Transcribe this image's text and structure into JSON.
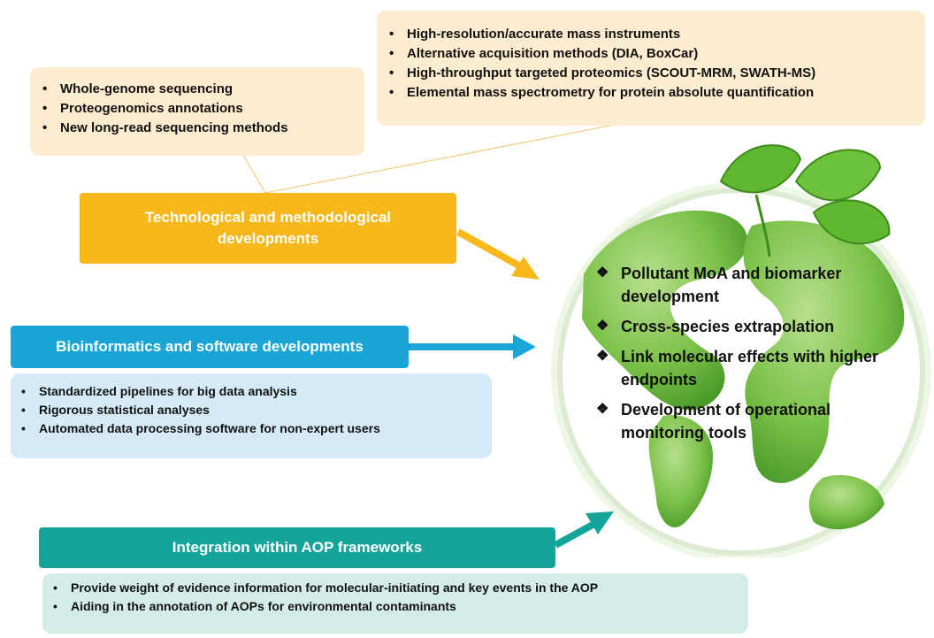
{
  "tech_box": {
    "items": [
      "Whole-genome sequencing",
      "Proteogenomics annotations",
      "New long-read sequencing methods"
    ]
  },
  "ms_box": {
    "items": [
      "High-resolution/accurate mass instruments",
      "Alternative acquisition methods (DIA, BoxCar)",
      "High-throughput targeted proteomics (SCOUT-MRM, SWATH-MS)",
      "Elemental mass spectrometry for protein absolute quantification"
    ]
  },
  "tech_banner": {
    "label": "Technological and methodological developments",
    "color": "#f7b81c"
  },
  "bioinf_banner": {
    "label": "Bioinformatics and software developments",
    "color": "#1aa5d6"
  },
  "bioinf_box": {
    "items": [
      "Standardized pipelines for big data analysis",
      "Rigorous statistical analyses",
      "Automated data processing software for non-expert users"
    ]
  },
  "aop_banner": {
    "label": "Integration within AOP frameworks",
    "color": "#15a49a"
  },
  "aop_box": {
    "items": [
      "Provide weight of evidence information for molecular-initiating and key events in the AOP",
      "Aiding in the annotation of AOPs for environmental contaminants"
    ]
  },
  "outcomes": {
    "bullet_glyph": "❖",
    "items": [
      "Pollutant MoA and biomarker development",
      "Cross-species extrapolation",
      "Link molecular effects with higher endpoints",
      "Development of operational monitoring tools"
    ]
  },
  "colors": {
    "globe_ocean": "#ffffff",
    "globe_land": "#7cc24a",
    "leaf": "#5fb830",
    "arrow_yellow": "#f7b81c",
    "arrow_blue": "#1aa5d6",
    "arrow_teal": "#15a49a"
  },
  "icons": [
    "globe-icon",
    "leaf-icon",
    "arrow-icon"
  ]
}
